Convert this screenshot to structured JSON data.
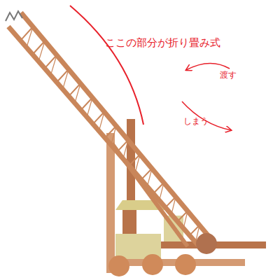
{
  "diagram": {
    "labels": [
      "ここの部分が折り畳み式",
      "渡す",
      "しまう"
    ]
  }
}
